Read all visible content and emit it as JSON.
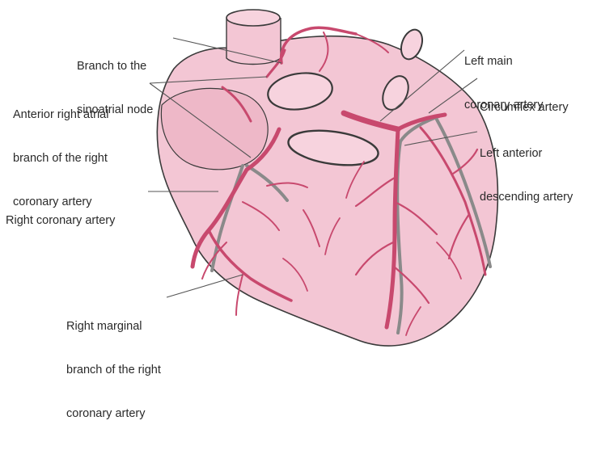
{
  "labels": {
    "sa_node": [
      "Branch to the",
      "sinoatrial node"
    ],
    "anterior_atrial": [
      "Anterior right atrial",
      "branch of the right",
      "coronary artery"
    ],
    "right_coronary": [
      "Right coronary artery"
    ],
    "right_marginal": [
      "Right marginal",
      "branch of the right",
      "coronary artery"
    ],
    "left_main": [
      "Left main",
      "coronary artery"
    ],
    "circumflex": [
      "Circumflex artery"
    ],
    "lad": [
      "Left anterior",
      "descending artery"
    ]
  },
  "colors": {
    "heart_fill": "#f3c6d4",
    "heart_outline": "#3a3a3a",
    "artery": "#c8496e",
    "vein": "#8a8a8a",
    "label_text": "#2a2a2a",
    "leader_line": "#555555"
  }
}
